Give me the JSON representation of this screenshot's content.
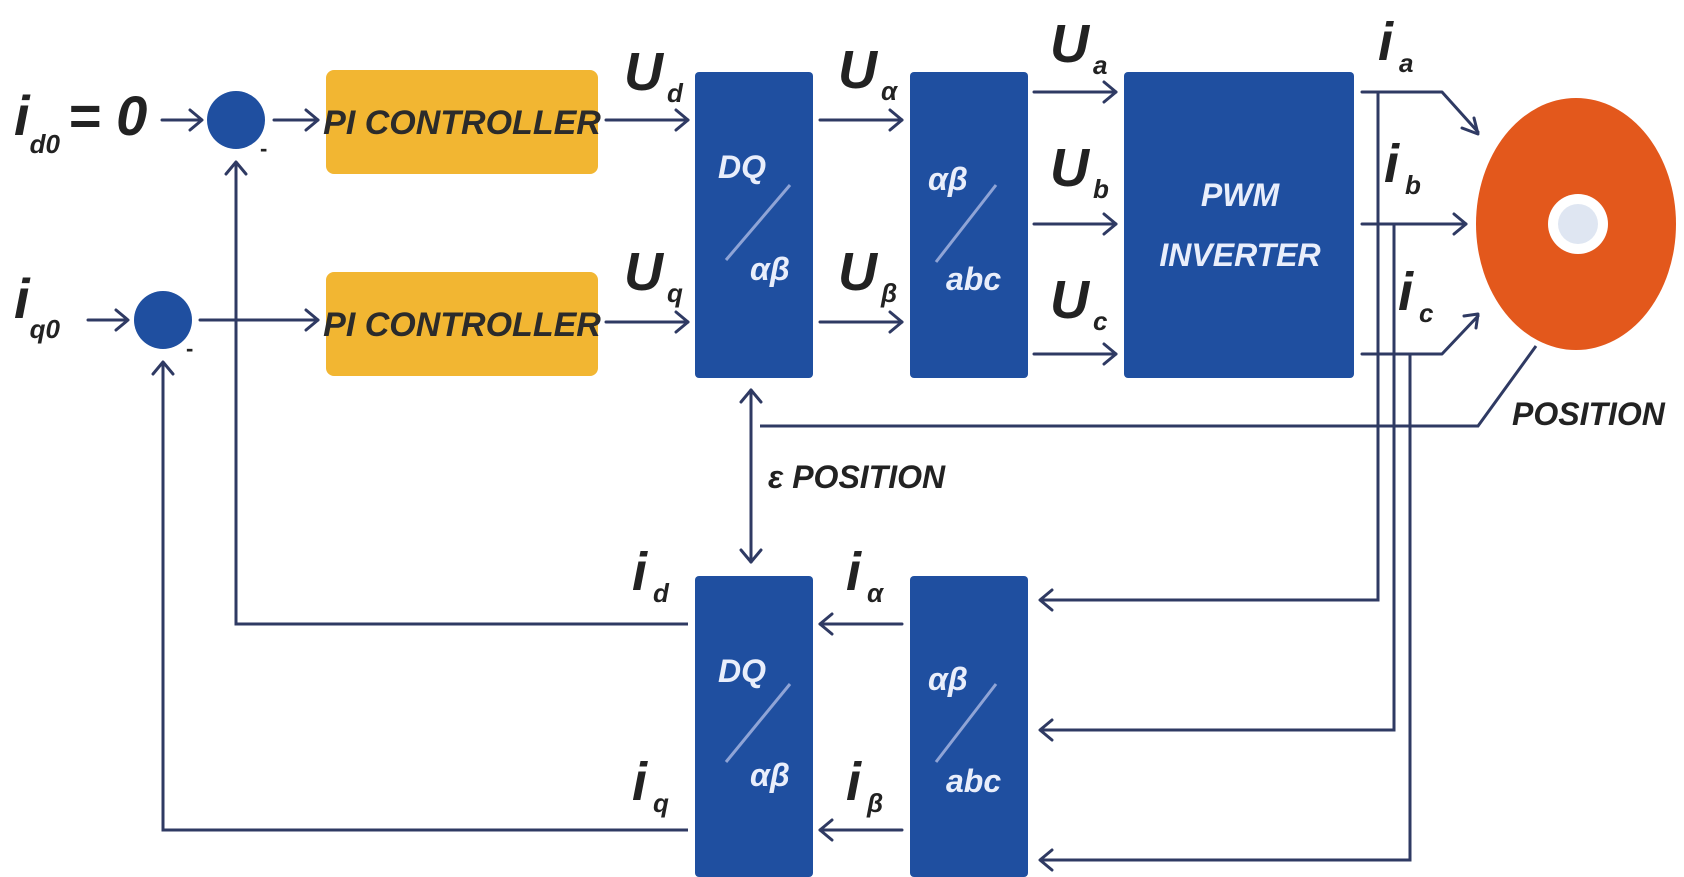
{
  "inputs": {
    "id_ref": {
      "main": "i",
      "sub": "d0",
      "suffix": "= 0"
    },
    "iq_ref": {
      "main": "i",
      "sub": "q0"
    }
  },
  "summing_junctions": {
    "minus_sign": "-"
  },
  "pi_controllers": {
    "top_label": "PI CONTROLLER",
    "bottom_label": "PI CONTROLLER"
  },
  "signals": {
    "ud": {
      "main": "U",
      "sub": "d"
    },
    "uq": {
      "main": "U",
      "sub": "q"
    },
    "ualpha": {
      "main": "U",
      "sub": "α"
    },
    "ubeta": {
      "main": "U",
      "sub": "β"
    },
    "ua": {
      "main": "U",
      "sub": "a"
    },
    "ub": {
      "main": "U",
      "sub": "b"
    },
    "uc": {
      "main": "U",
      "sub": "c"
    },
    "ia": {
      "main": "i",
      "sub": "a"
    },
    "ib": {
      "main": "i",
      "sub": "b"
    },
    "ic": {
      "main": "i",
      "sub": "c"
    },
    "id": {
      "main": "i",
      "sub": "d"
    },
    "iq": {
      "main": "i",
      "sub": "q"
    },
    "ialpha": {
      "main": "i",
      "sub": "α"
    },
    "ibeta": {
      "main": "i",
      "sub": "β"
    }
  },
  "blocks": {
    "dq_ab_top": {
      "top": "DQ",
      "bottom": "αβ"
    },
    "ab_abc_top": {
      "top": "αβ",
      "bottom": "abc"
    },
    "pwm_inverter": {
      "line1": "PWM",
      "line2": "INVERTER"
    },
    "dq_ab_bottom": {
      "top": "DQ",
      "bottom": "αβ"
    },
    "ab_abc_bottom": {
      "top": "αβ",
      "bottom": "abc"
    }
  },
  "labels": {
    "position": "POSITION",
    "e_position": "ε POSITION"
  },
  "colors": {
    "blue_block": "#1f4fa0",
    "pi_block": "#f2b632",
    "motor_orange": "#e3581c",
    "wire": "#2f3a63"
  }
}
